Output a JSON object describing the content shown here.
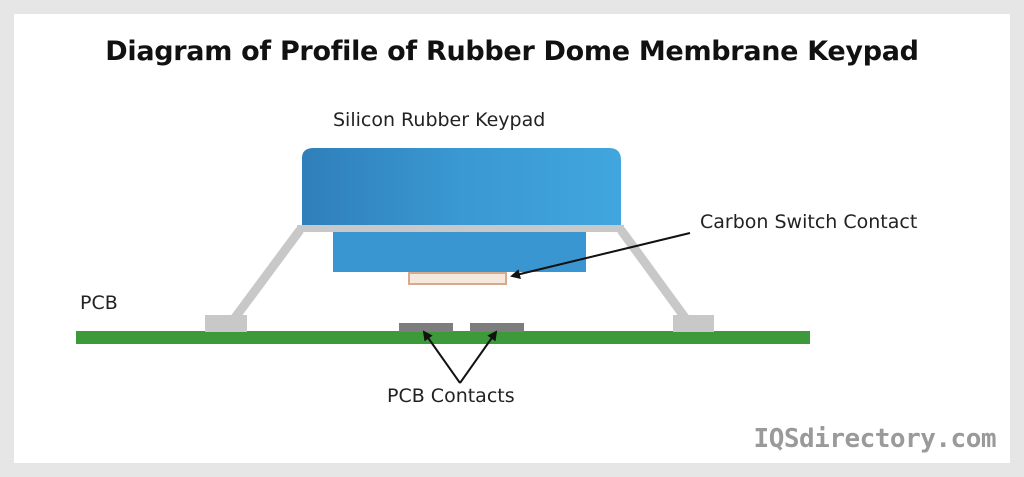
{
  "title": "Diagram of Profile of Rubber Dome Membrane Keypad",
  "labels": {
    "keypad": "Silicon Rubber Keypad",
    "carbon_contact": "Carbon Switch Contact",
    "pcb": "PCB",
    "pcb_contacts": "PCB Contacts"
  },
  "watermark": "IQSdirectory.com",
  "colors": {
    "keypad_blue": "#3b9ad3",
    "keypad_blue_dark": "#2f82bd",
    "membrane_gray": "#c8c8c8",
    "pcb_green": "#3c9a3a",
    "contact_gray": "#7d7d7d",
    "carbon_contact": "#e8c8b4"
  }
}
